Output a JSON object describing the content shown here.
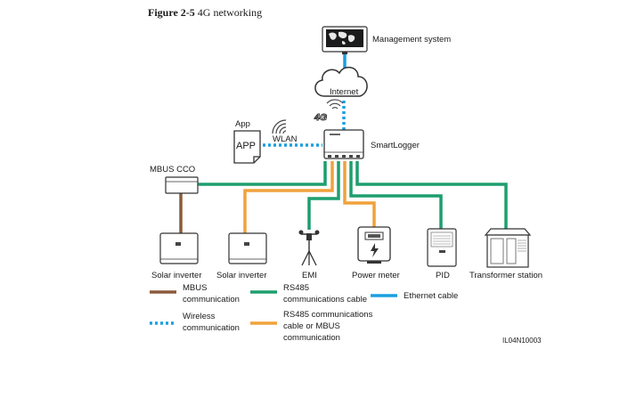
{
  "figure": {
    "number": "Figure 2-5",
    "caption": "4G networking"
  },
  "nodes": {
    "management_system": "Management system",
    "internet": "Internet",
    "app": "App",
    "app_screen": "APP",
    "wlan": "WLAN",
    "fourg": "4G",
    "smartlogger": "SmartLogger",
    "mbus_cco": "MBUS CCO",
    "solar_inverter_1": "Solar inverter",
    "solar_inverter_2": "Solar inverter",
    "emi": "EMI",
    "power_meter": "Power meter",
    "pid": "PID",
    "transformer_station": "Transformer station"
  },
  "legend": {
    "mbus_1": "MBUS",
    "mbus_2": "communication",
    "rs485_1": "RS485",
    "rs485_2": "communications cable",
    "ethernet": "Ethernet cable",
    "wireless_1": "Wireless",
    "wireless_2": "communication",
    "rs485mbus_1": "RS485 communications",
    "rs485mbus_2": "cable or MBUS",
    "rs485mbus_3": "communication"
  },
  "code": "IL04N10003",
  "colors": {
    "mbus": "#8B5A3C",
    "rs485": "#1E9E6E",
    "ethernet": "#1A9FE0",
    "wireless": "#1A9FE0",
    "rs485_or_mbus": "#F0A23C"
  }
}
